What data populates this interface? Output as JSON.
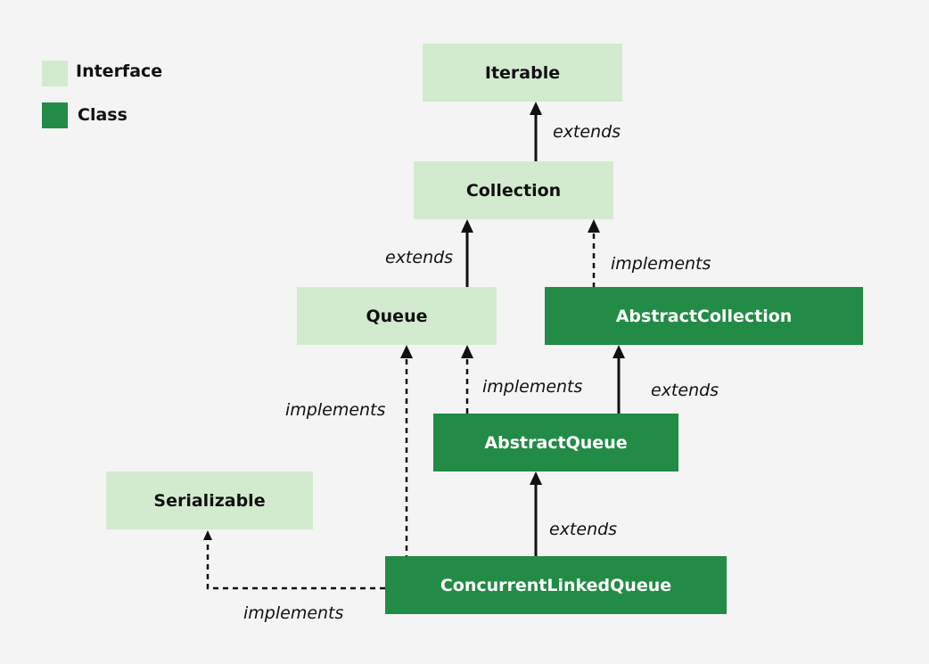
{
  "legend": {
    "interface_label": "Interface",
    "class_label": "Class",
    "interface_color": "#d2ebce",
    "class_color": "#228b45"
  },
  "nodes": {
    "iterable": {
      "label": "Iterable",
      "kind": "interface"
    },
    "collection": {
      "label": "Collection",
      "kind": "interface"
    },
    "queue": {
      "label": "Queue",
      "kind": "interface"
    },
    "abstract_collection": {
      "label": "AbstractCollection",
      "kind": "class"
    },
    "abstract_queue": {
      "label": "AbstractQueue",
      "kind": "class"
    },
    "serializable": {
      "label": "Serializable",
      "kind": "interface"
    },
    "concurrent_linked_queue": {
      "label": "ConcurrentLinkedQueue",
      "kind": "class"
    }
  },
  "edges": {
    "collection_to_iterable": {
      "label": "extends",
      "from": "Collection",
      "to": "Iterable",
      "style": "solid"
    },
    "queue_to_collection": {
      "label": "extends",
      "from": "Queue",
      "to": "Collection",
      "style": "solid"
    },
    "abstract_collection_to_collection": {
      "label": "implements",
      "from": "AbstractCollection",
      "to": "Collection",
      "style": "dashed"
    },
    "abstract_queue_to_queue": {
      "label": "implements",
      "from": "AbstractQueue",
      "to": "Queue",
      "style": "dashed"
    },
    "abstract_queue_to_abstract_collection": {
      "label": "extends",
      "from": "AbstractQueue",
      "to": "AbstractCollection",
      "style": "solid"
    },
    "clq_to_queue": {
      "label": "implements",
      "from": "ConcurrentLinkedQueue",
      "to": "Queue",
      "style": "dashed"
    },
    "clq_to_abstract_queue": {
      "label": "extends",
      "from": "ConcurrentLinkedQueue",
      "to": "AbstractQueue",
      "style": "solid"
    },
    "clq_to_serializable": {
      "label": "implements",
      "from": "ConcurrentLinkedQueue",
      "to": "Serializable",
      "style": "dashed"
    }
  }
}
